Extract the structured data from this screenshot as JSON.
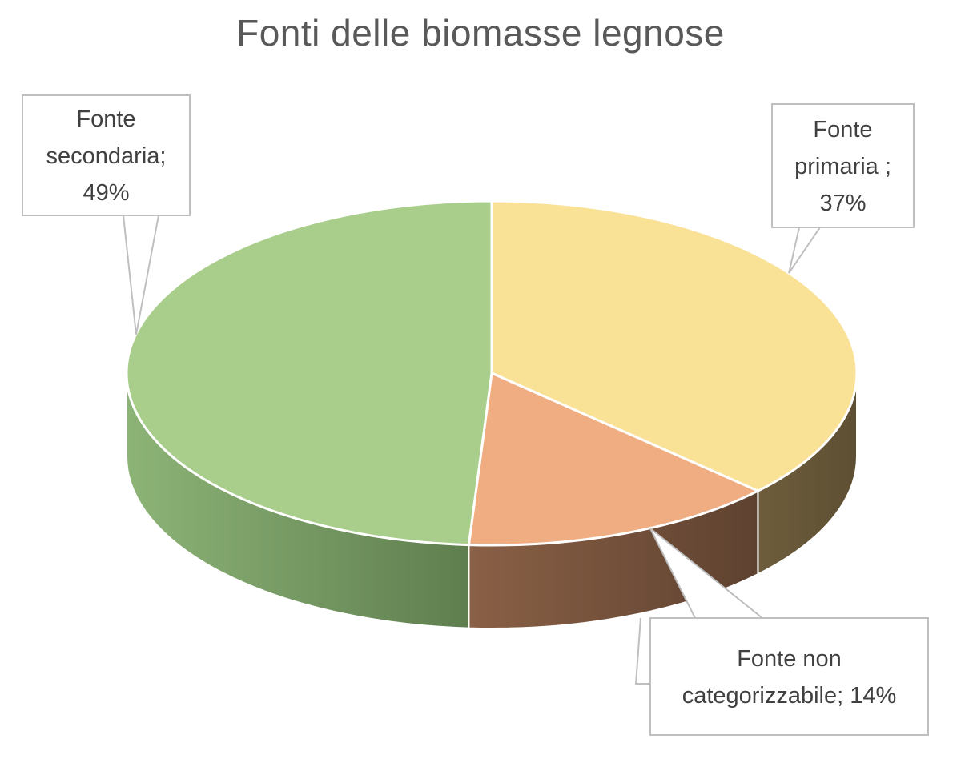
{
  "chart_data": {
    "type": "pie",
    "title": "Fonti delle biomasse legnose",
    "slices": [
      {
        "label": "Fonte primaria ;",
        "value": 37,
        "pct_label": "37%",
        "color": "#F9E196",
        "side_color": "#6B5A3A"
      },
      {
        "label": "Fonte non categorizzabile;",
        "value": 14,
        "pct_label": "14%",
        "color": "#F0AD82",
        "side_color": "#7A5038"
      },
      {
        "label": "Fonte secondaria;",
        "value": 49,
        "pct_label": "49%",
        "color": "#A9CE8C",
        "side_color": "#7A9E68"
      }
    ],
    "callouts": [
      {
        "slice": 0,
        "lines": [
          "Fonte",
          "primaria ;",
          "37%"
        ]
      },
      {
        "slice": 1,
        "lines": [
          "Fonte non",
          "categorizzabile; 14%"
        ]
      },
      {
        "slice": 2,
        "lines": [
          "Fonte",
          "secondaria;",
          "49%"
        ]
      }
    ]
  }
}
